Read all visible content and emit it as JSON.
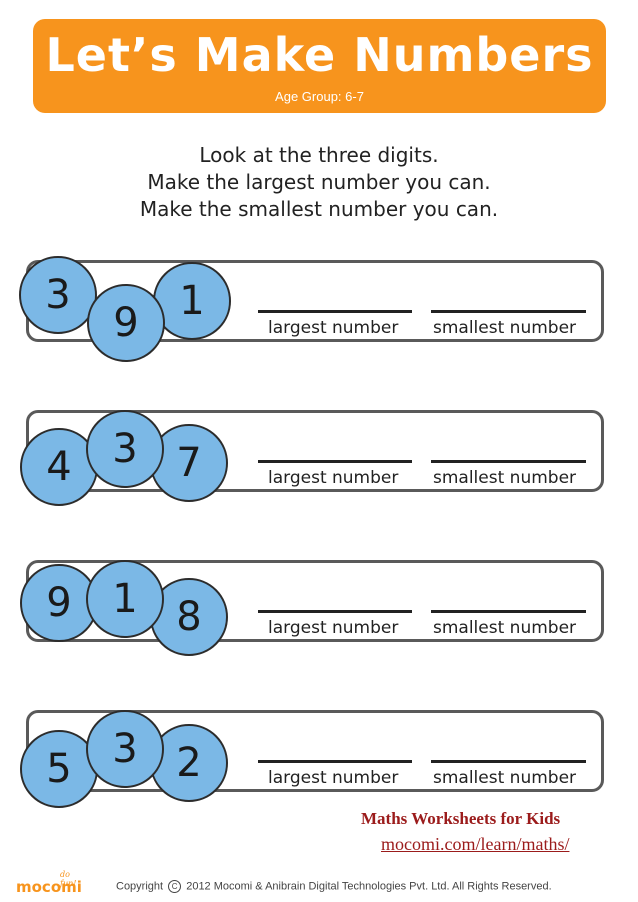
{
  "header": {
    "title": "Let’s Make Numbers",
    "age_group": "Age Group: 6-7"
  },
  "instructions": [
    "Look at the three digits.",
    "Make the largest number you can.",
    "Make the smallest number you can."
  ],
  "rows": [
    {
      "digits": [
        "3",
        "9",
        "1"
      ],
      "largest_label": "largest number",
      "smallest_label": "smallest number"
    },
    {
      "digits": [
        "4",
        "3",
        "7"
      ],
      "largest_label": "largest number",
      "smallest_label": "smallest number"
    },
    {
      "digits": [
        "9",
        "1",
        "8"
      ],
      "largest_label": "largest number",
      "smallest_label": "smallest number"
    },
    {
      "digits": [
        "5",
        "3",
        "2"
      ],
      "largest_label": "largest number",
      "smallest_label": "smallest number"
    }
  ],
  "footer": {
    "title": "Maths Worksheets for Kids",
    "link": "mocomi.com/learn/maths/",
    "logo": "mocomi",
    "logo_tag": "do fun!",
    "copyright_prefix": "Copyright",
    "copyright_symbol": "C",
    "copyright_text": "2012 Mocomi & Anibrain Digital Technologies Pvt. Ltd. All Rights Reserved."
  },
  "colors": {
    "banner": "#f7941d",
    "circle": "#7bb8e6",
    "footer_text": "#9b1b1b"
  }
}
